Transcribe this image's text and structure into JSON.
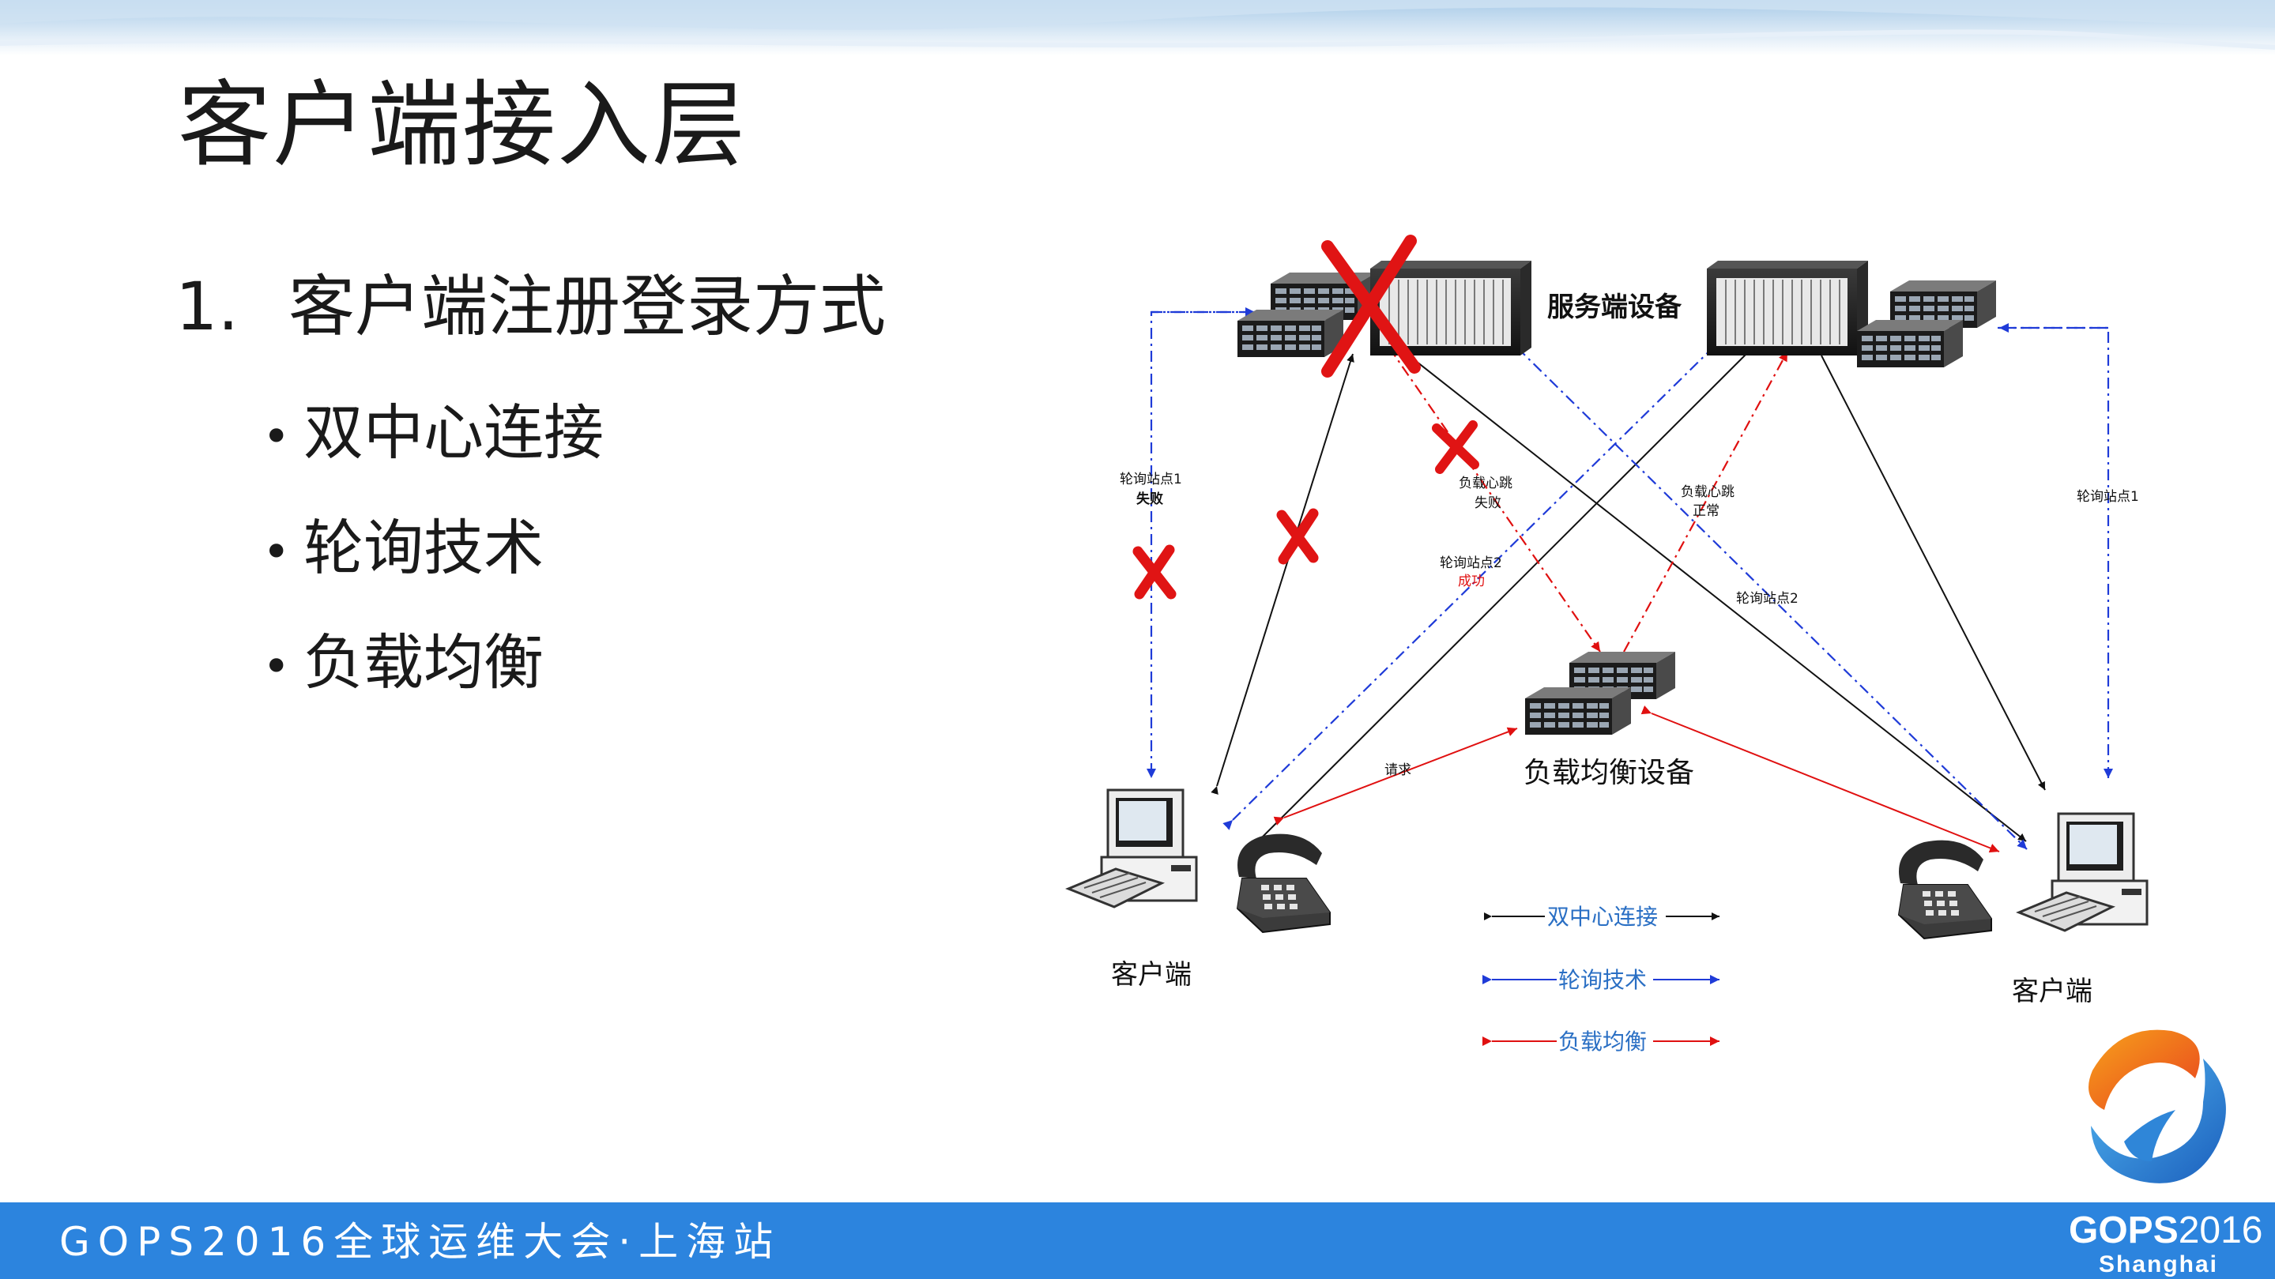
{
  "slide": {
    "title": "客户端接入层",
    "list_number": "1.",
    "list_heading": "客户端注册登录方式",
    "bullets": [
      "双中心连接",
      "轮询技术",
      "负载均衡"
    ]
  },
  "diagram": {
    "server_equipment_label": "服务端设备",
    "load_balancer_label": "负载均衡设备",
    "client_left_label": "客户端",
    "client_right_label": "客户端",
    "poll_site1_left": "轮询站点1",
    "poll_site1_left_status": "失败",
    "lb_heartbeat_left": "负载心跳",
    "lb_heartbeat_left_status": "失败",
    "poll_site2_left": "轮询站点2",
    "poll_site2_left_status": "成功",
    "lb_heartbeat_right": "负载心跳",
    "lb_heartbeat_right_status": "正常",
    "poll_site2_right": "轮询站点2",
    "poll_site1_right": "轮询站点1",
    "request_label": "请求",
    "legend": [
      {
        "label": "双中心连接",
        "color": "#000000"
      },
      {
        "label": "轮询技术",
        "color": "#1f3bd8"
      },
      {
        "label": "负载均衡",
        "color": "#e01010"
      }
    ]
  },
  "colors": {
    "footer_bg": "#2c84de",
    "fail_mark": "#e01414",
    "legend_text": "#2a6fc4",
    "success_text": "#e01010"
  },
  "footer": {
    "conference": "GOPS2016全球运维大会·上海站",
    "logo_main": "GOPS",
    "logo_year": "2016",
    "logo_city": "Shanghai"
  }
}
